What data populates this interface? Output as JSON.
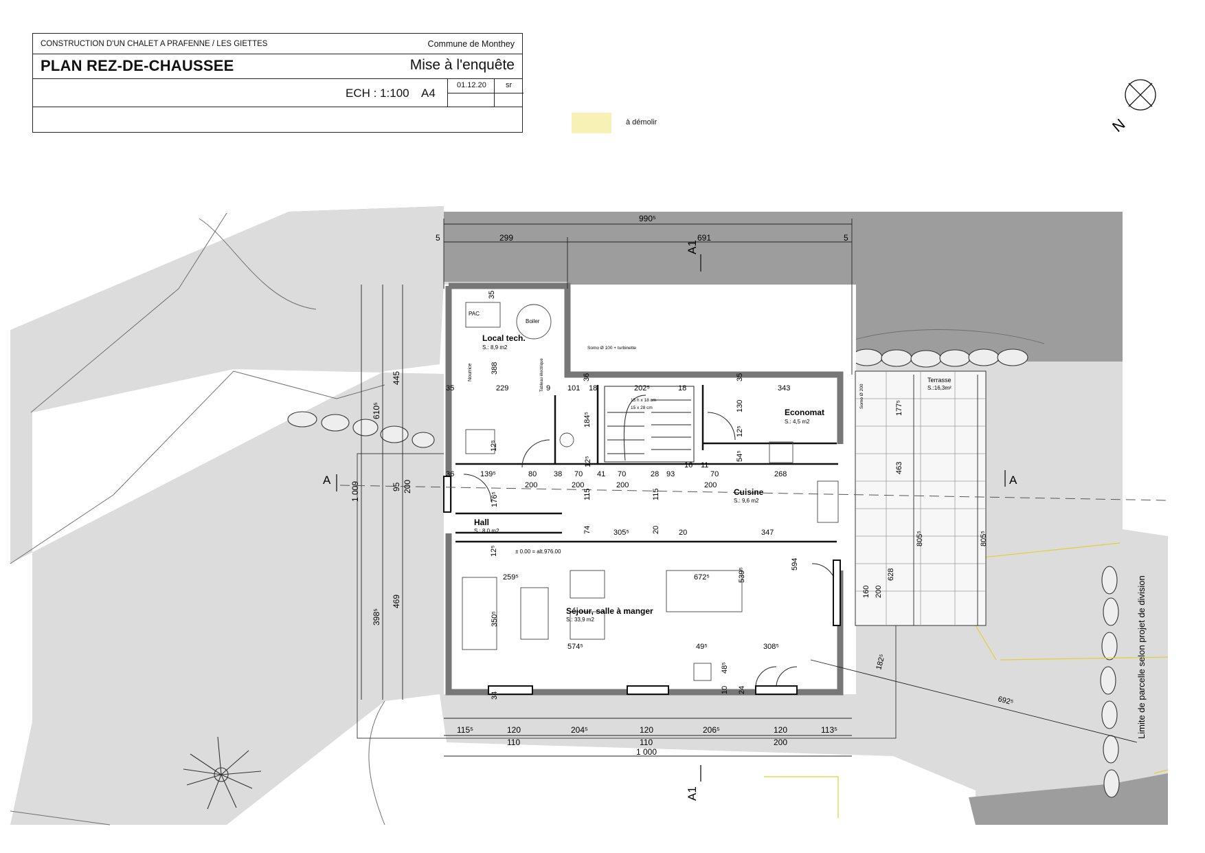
{
  "cartouche": {
    "project": "CONSTRUCTION D'UN CHALET A PRAFENNE / LES GIETTES",
    "commune": "Commune de Monthey",
    "title": "PLAN REZ-DE-CHAUSSEE",
    "status": "Mise à l'enquête",
    "scale": "ECH : 1:100",
    "format": "A4",
    "date": "01.12.20",
    "author": "sr"
  },
  "legend": {
    "label": "à démolir",
    "color": "#f8f1b6"
  },
  "north": {
    "label": "N",
    "icon": "north-arrow-icon"
  },
  "colors": {
    "terrain": "#9d9d9d",
    "ground": "#dcdcdc",
    "wall": "#888888",
    "parcel": "#e2cf3a"
  },
  "rooms": [
    {
      "name": "Local tech.",
      "surface": "S.:        8,9 m2"
    },
    {
      "name": "Economat",
      "surface": "S.:        4,5 m2"
    },
    {
      "name": "Cuisine",
      "surface": "S.:     9,6 m2"
    },
    {
      "name": "Hall",
      "surface": "S.:  8,0 m2"
    },
    {
      "name": "Séjour, salle à manger",
      "surface": "S.:                  33,9 m2"
    },
    {
      "name": "Terrasse",
      "surface": "S.:16,3m²"
    }
  ],
  "fixtures": {
    "pac": "PAC",
    "boiler": "Boiler",
    "nourrice": "Nourrice",
    "tableau": "Tableau électrique",
    "somo_pipe": "Somo Ø 100 + turbinette",
    "somo_200": "Somo Ø 200",
    "stairs": "15 h x 18 cm",
    "stairs_step": "15 x 28 cm",
    "elevation": "± 0.00 = alt.976.00"
  },
  "section_markers": {
    "a": "A",
    "a1": "A1"
  },
  "parcel_note": "Limite de parcelle selon projet de division",
  "dimensions": {
    "top_total": "990⁵",
    "top_5_left": "5",
    "top_299": "299",
    "top_691": "691",
    "top_5_right": "5",
    "left_445": "445",
    "left_610": "610⁵",
    "left_1009": "1 009",
    "left_95": "95",
    "left_200": "200",
    "left_398": "398⁵",
    "left_469": "469",
    "bottom_115": "115⁵",
    "bottom_120a": "120",
    "bottom_204": "204⁵",
    "bottom_120b": "120",
    "bottom_206": "206⁵",
    "bottom_120c": "120",
    "bottom_113": "113⁵",
    "bottom_110a": "110",
    "bottom_110b": "110",
    "bottom_200": "200",
    "bottom_1000": "1 000",
    "r_35a": "35",
    "r_388": "388",
    "r_229": "229",
    "r_35b": "35",
    "r_12a": "12⁵",
    "r_9": "9",
    "r_101": "101",
    "r_18a": "18",
    "r_36": "36",
    "r_202": "202⁵",
    "r_18b": "18",
    "r_35c": "35",
    "r_343": "343",
    "r_130": "130",
    "r_12b": "12⁵",
    "r_54": "54⁵",
    "r_184": "184⁵",
    "r_12c": "12⁵",
    "r_16": "16",
    "r_11": "11",
    "r_139": "139⁵",
    "r_80": "80",
    "r_38": "38",
    "r_70a": "70",
    "r_41": "41",
    "r_70b": "70",
    "r_28": "28",
    "r_93": "93",
    "r_70c": "70",
    "r_268": "268",
    "r_200a": "200",
    "r_200b": "200",
    "r_200c": "200",
    "r_200d": "200",
    "r_176": "176⁵",
    "r_115": "115",
    "r_115b": "115",
    "r_74": "74",
    "r_305": "305⁵",
    "r_20a": "20",
    "r_20b": "20",
    "r_347": "347",
    "r_36b": "36",
    "r_12d": "12⁵",
    "r_259": "259⁵",
    "r_672": "672⁵",
    "r_539": "539⁵",
    "r_594": "594",
    "r_350": "350⁵",
    "r_574": "574⁵",
    "r_49": "49⁵",
    "r_308": "308⁵",
    "r_48": "48⁵",
    "r_10": "10",
    "r_24": "24",
    "r_34": "34",
    "t_177": "177⁵",
    "t_463": "463",
    "t_805a": "805⁵",
    "t_805b": "805⁵",
    "t_160": "160",
    "t_200": "200",
    "t_628": "628",
    "t_182": "182⁵",
    "t_692": "692⁵"
  }
}
